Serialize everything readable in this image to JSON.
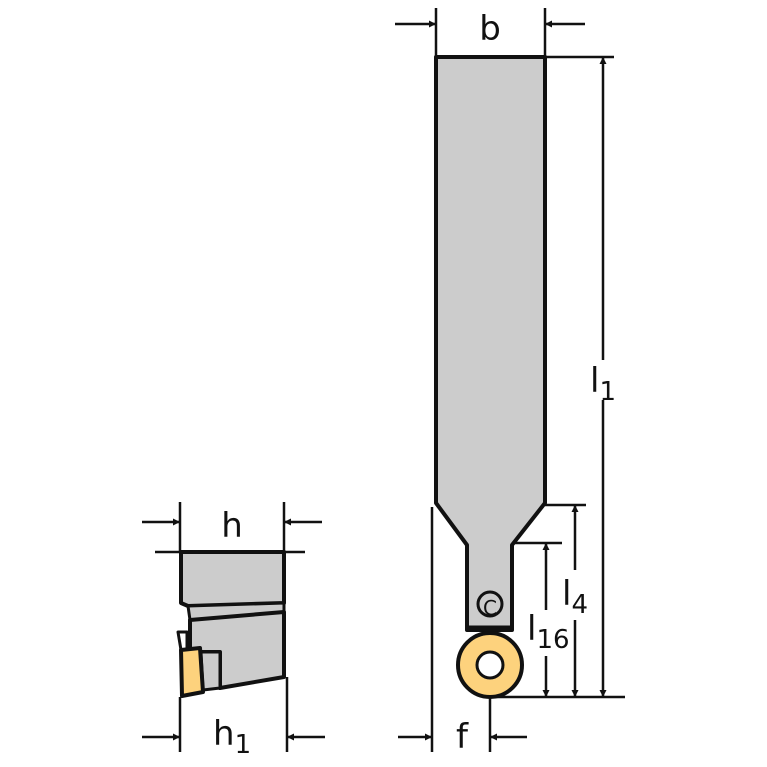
{
  "labels": {
    "b": "b",
    "h": "h",
    "h1_main": "h",
    "h1_sub": "1",
    "l1_main": "l",
    "l1_sub": "1",
    "l4_main": "l",
    "l4_sub": "4",
    "l16_main": "l",
    "l16_sub": "16",
    "f": "f",
    "screw_mark": "C"
  },
  "colors": {
    "body": "#cccccc",
    "insert": "#fdd27d",
    "outline": "#111111"
  }
}
